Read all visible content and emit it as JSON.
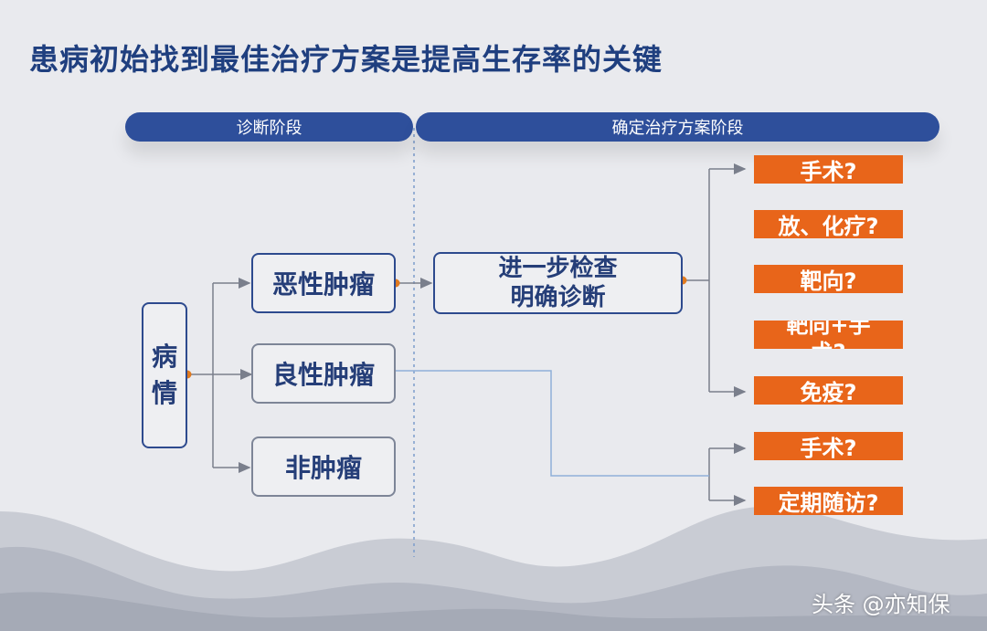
{
  "title": "患病初始找到最佳治疗方案是提高生存率的关键",
  "phases": {
    "diagnosis": "诊断阶段",
    "treatment_plan": "确定治疗方案阶段"
  },
  "nodes": {
    "condition": [
      "病",
      "情"
    ],
    "malignant": "恶性肿瘤",
    "benign": "良性肿瘤",
    "non_tumor": "非肿瘤",
    "further_check": [
      "进一步检查",
      "明确诊断"
    ]
  },
  "malignant_options": [
    "手术?",
    "放、化疗?",
    "靶向?",
    "靶向+手术?",
    "免疫?"
  ],
  "benign_options": [
    "手术?",
    "定期随访?"
  ],
  "watermark": "头条 @亦知保",
  "colors": {
    "primary": "#2e4f9b",
    "option": "#e8651a",
    "connector_dot": "#e07a1f",
    "background": "#e9eaee"
  }
}
